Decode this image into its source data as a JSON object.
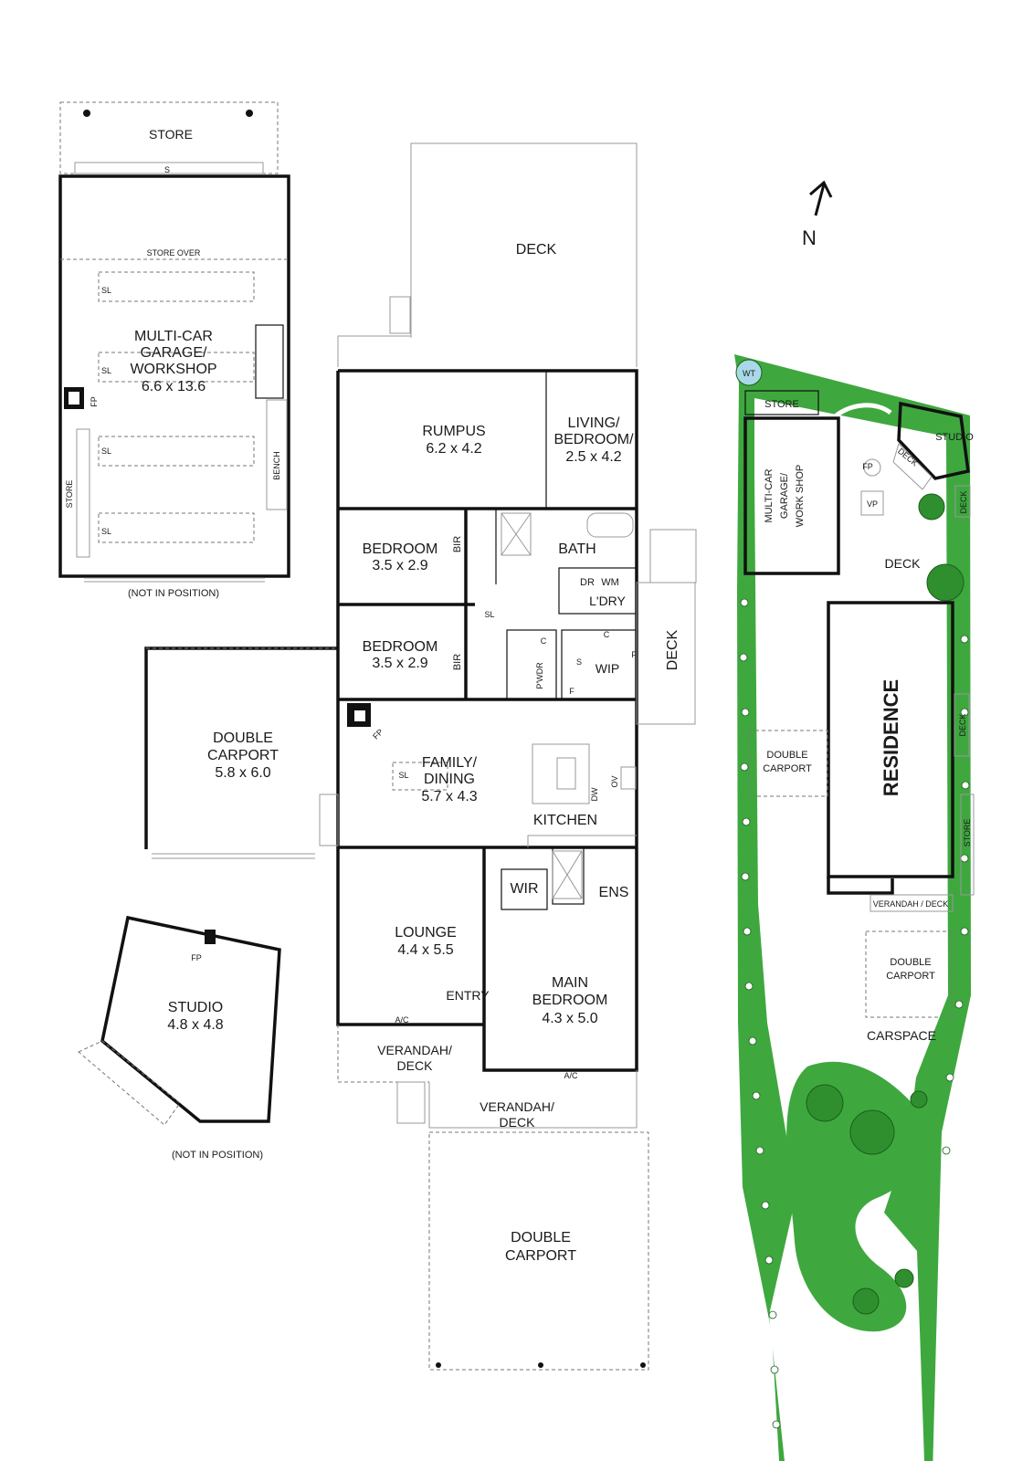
{
  "compass": {
    "label": "N"
  },
  "garage_plan": {
    "store_top": "STORE",
    "shelf_s": "S",
    "store_over": "STORE OVER",
    "sl": "SL",
    "title": "MULTI-CAR",
    "title2": "GARAGE/",
    "title3": "WORKSHOP",
    "dims": "6.6 x 13.6",
    "fp": "FP",
    "bench": "BENCH",
    "store_side": "STORE",
    "note": "(NOT IN POSITION)"
  },
  "house_plan": {
    "deck": "DECK",
    "rumpus": "RUMPUS",
    "rumpus_dims": "6.2 x 4.2",
    "living": "LIVING/",
    "living2": "BEDROOM/",
    "living_dims": "2.5 x 4.2",
    "bedroom1": "BEDROOM",
    "bedroom1_dims": "3.5 x 2.9",
    "bir": "BIR",
    "bath": "BATH",
    "dr": "DR",
    "wm": "WM",
    "ldry": "L'DRY",
    "sl": "SL",
    "bedroom2": "BEDROOM",
    "bedroom2_dims": "3.5 x 2.9",
    "c": "C",
    "pwdr": "P'WDR",
    "s": "S",
    "wip": "WIP",
    "f": "F",
    "side_deck": "DECK",
    "carport": "DOUBLE",
    "carport2": "CARPORT",
    "carport_dims": "5.8 x 6.0",
    "fp": "FP",
    "family": "FAMILY/",
    "family2": "DINING",
    "family_dims": "5.7 x 4.3",
    "dw": "DW",
    "ov": "OV",
    "kitchen": "KITCHEN",
    "wir": "WIR",
    "ens": "ENS",
    "lounge": "LOUNGE",
    "lounge_dims": "4.4 x 5.5",
    "main_bed": "MAIN",
    "main_bed2": "BEDROOM",
    "main_bed_dims": "4.3 x 5.0",
    "entry": "ENTRY",
    "ac": "A/C",
    "verandah": "VERANDAH/",
    "verandah_deck": "DECK",
    "front_carport": "DOUBLE",
    "front_carport2": "CARPORT"
  },
  "studio_plan": {
    "fp": "FP",
    "title": "STUDIO",
    "dims": "4.8 x 4.8",
    "note": "(NOT IN POSITION)"
  },
  "site_plan": {
    "wt": "WT",
    "store": "STORE",
    "studio": "STUDIO",
    "deck": "DECK",
    "fp": "FP",
    "vp": "VP",
    "garage": "MULTI-CAR",
    "garage2": "GARAGE/",
    "garage3": "WORK SHOP",
    "carport": "DOUBLE",
    "carport2": "CARPORT",
    "residence": "RESIDENCE",
    "store_side": "STORE",
    "verandah": "VERANDAH / DECK",
    "front_carport": "DOUBLE",
    "front_carport2": "CARPORT",
    "carspace": "CARSPACE"
  },
  "colors": {
    "wall": "#111111",
    "lawn": "#3ea83e",
    "tree": "#2f8f2f"
  }
}
